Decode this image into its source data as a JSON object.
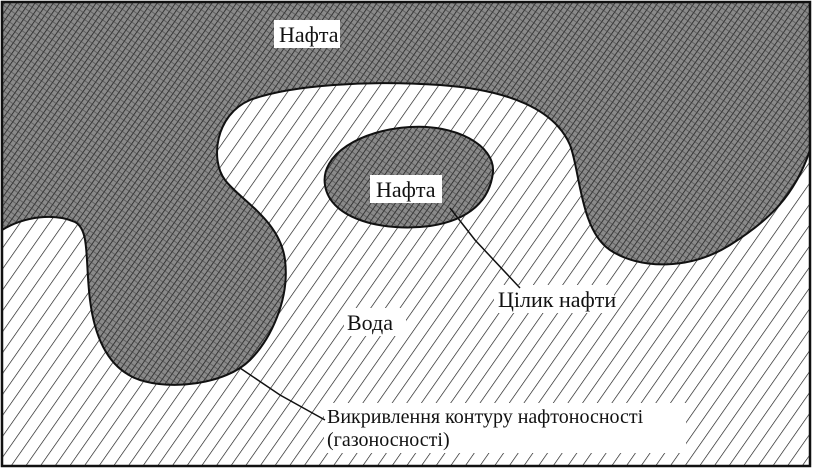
{
  "labels": {
    "oil_top": "Нафта",
    "oil_center": "Нафта",
    "water": "Вода",
    "oil_pillar": "Цілик нафти",
    "contour_line1": "Викривлення контуру нафтоносності",
    "contour_line2": "(газоносності)"
  },
  "colors": {
    "ink": "#111111",
    "oil_fill": "#777777",
    "background": "#ffffff"
  }
}
